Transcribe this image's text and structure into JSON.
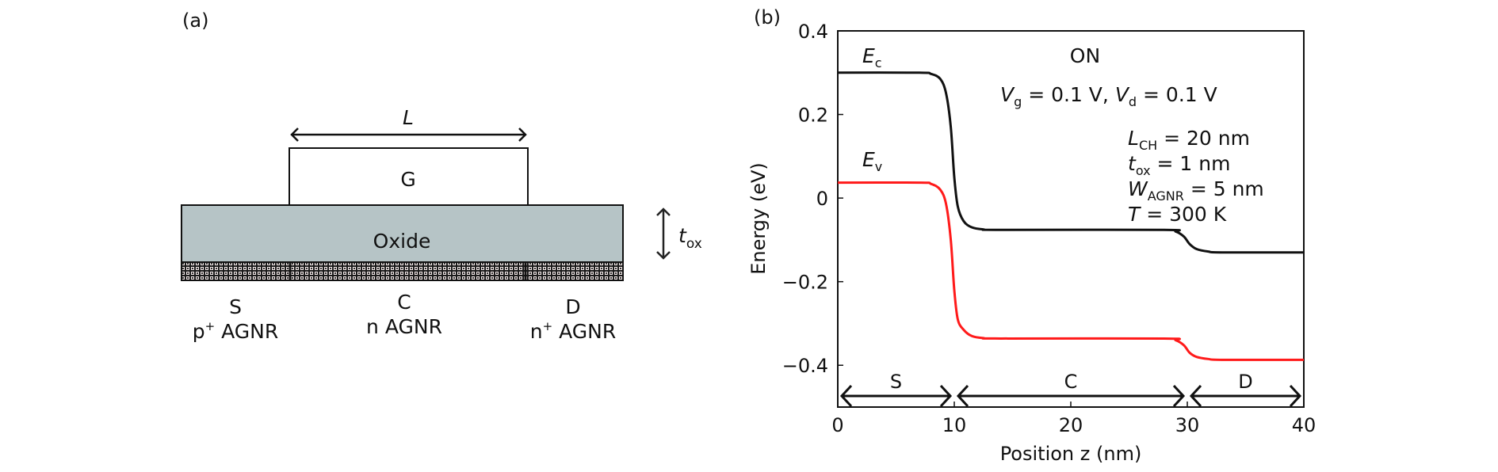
{
  "panel_a": {
    "label": "(a)",
    "length_symbol": "L",
    "gate_label": "G",
    "oxide_label": "Oxide",
    "oxide_thickness_symbol": "t",
    "oxide_thickness_sub": "ox",
    "regions": [
      {
        "letter": "S",
        "doping_sup": "+",
        "doping_prefix": "p",
        "material": "AGNR"
      },
      {
        "letter": "C",
        "doping_sup": "",
        "doping_prefix": "n",
        "material": "AGNR"
      },
      {
        "letter": "D",
        "doping_sup": "+",
        "doping_prefix": "n",
        "material": "AGNR"
      }
    ],
    "colors": {
      "oxide": "#b6c4c6",
      "outline": "#111111"
    }
  },
  "panel_b": {
    "label": "(b)",
    "state": "ON",
    "bias": {
      "vg_sym": "V",
      "vg_sub": "g",
      "vg_val": " = 0.1 V, ",
      "vd_sym": "V",
      "vd_sub": "d",
      "vd_val": " = 0.1 V"
    },
    "params": [
      {
        "sym": "L",
        "sub": "CH",
        "val": " = 20 nm"
      },
      {
        "sym": "t",
        "sub": "ox",
        "val": " = 1 nm"
      },
      {
        "sym": "W",
        "sub": "AGNR",
        "val": " = 5 nm"
      },
      {
        "sym": "T",
        "sub": "",
        "val": " = 300 K"
      }
    ],
    "curve_labels": {
      "ec_sym": "E",
      "ec_sub": "c",
      "ev_sym": "E",
      "ev_sub": "v"
    },
    "region_arrows": [
      {
        "label": "S",
        "from": 0,
        "to": 10
      },
      {
        "label": "C",
        "from": 10,
        "to": 30
      },
      {
        "label": "D",
        "from": 30,
        "to": 40
      }
    ]
  },
  "chart_data": {
    "type": "line",
    "title": "",
    "xlabel": "Position z (nm)",
    "ylabel": "Energy (eV)",
    "xlim": [
      0,
      40
    ],
    "ylim": [
      -0.5,
      0.4
    ],
    "xticks": [
      0,
      10,
      20,
      30,
      40
    ],
    "xtick_labels": [
      "0",
      "10",
      "20",
      "30",
      "40"
    ],
    "yticks": [
      0.4,
      0.2,
      0,
      -0.2,
      -0.4
    ],
    "ytick_labels": [
      "0.4",
      "0.2",
      "0",
      "−0.2",
      "−0.4"
    ],
    "grid": false,
    "series": [
      {
        "name": "Ec",
        "color": "#111111",
        "x": [
          0,
          7,
          8,
          8.8,
          9.3,
          9.7,
          10.0,
          10.3,
          10.8,
          11.5,
          12.5,
          14,
          28,
          29,
          29.7,
          30.2,
          30.8,
          31.8,
          33,
          40
        ],
        "y": [
          0.3,
          0.3,
          0.297,
          0.285,
          0.25,
          0.17,
          0.05,
          -0.02,
          -0.055,
          -0.07,
          -0.075,
          -0.076,
          -0.076,
          -0.08,
          -0.092,
          -0.11,
          -0.122,
          -0.128,
          -0.13,
          -0.13
        ]
      },
      {
        "name": "Ev",
        "color": "#ff1a1a",
        "x": [
          0,
          7,
          8,
          8.8,
          9.3,
          9.7,
          10.0,
          10.3,
          10.8,
          11.5,
          12.5,
          14,
          28,
          29,
          29.7,
          30.2,
          30.8,
          31.8,
          33,
          40
        ],
        "y": [
          0.037,
          0.037,
          0.034,
          0.02,
          -0.015,
          -0.1,
          -0.22,
          -0.29,
          -0.315,
          -0.33,
          -0.335,
          -0.336,
          -0.336,
          -0.34,
          -0.352,
          -0.37,
          -0.38,
          -0.385,
          -0.387,
          -0.387
        ]
      }
    ],
    "annotations": [
      "ON",
      "Vg = 0.1 V, Vd = 0.1 V",
      "LCH = 20 nm",
      "tox = 1 nm",
      "WAGNR = 5 nm",
      "T = 300 K",
      "Ec",
      "Ev",
      "S",
      "C",
      "D"
    ]
  }
}
